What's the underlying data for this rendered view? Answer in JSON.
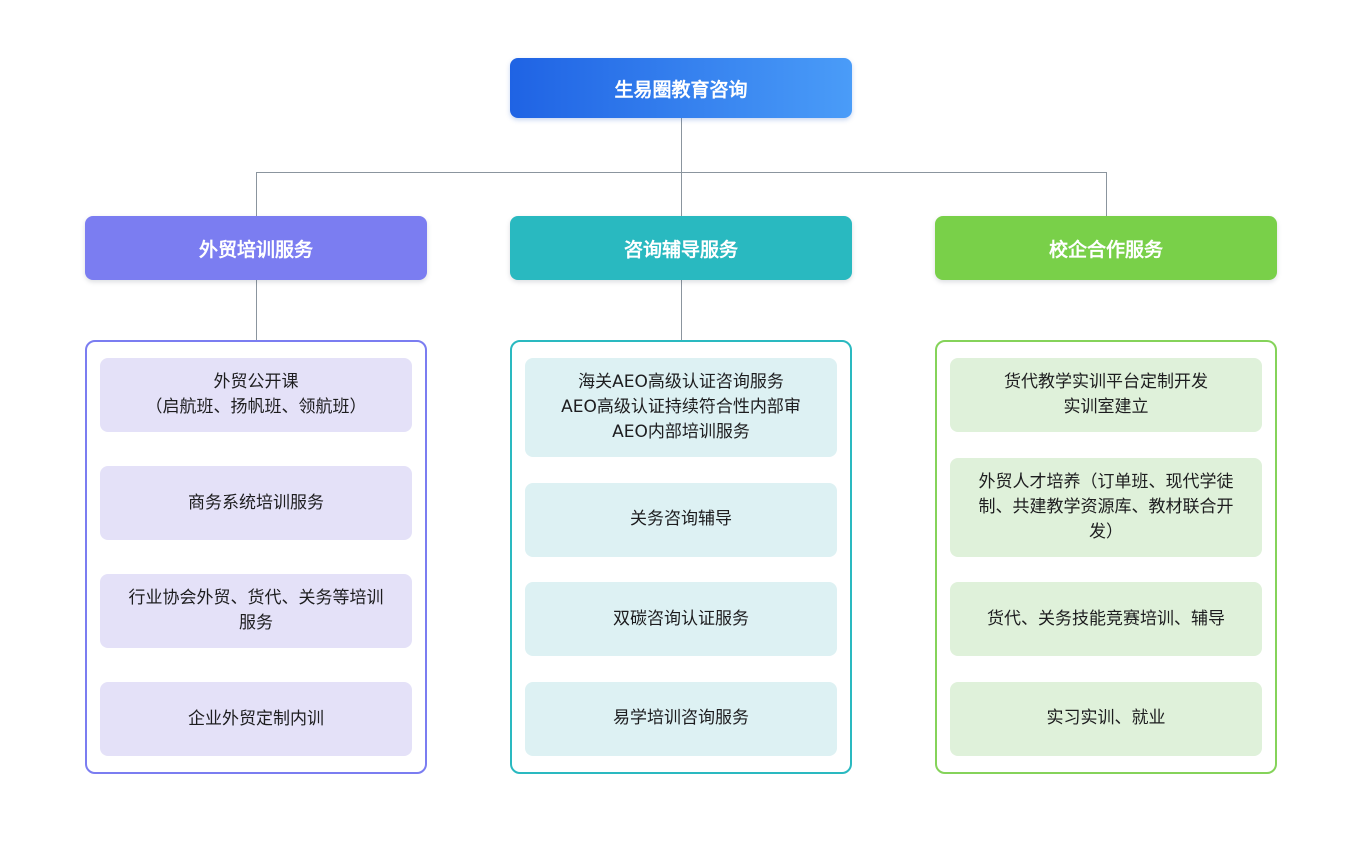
{
  "root": {
    "label": "生易圈教育咨询"
  },
  "colors": {
    "root_gradient_start": "#1f63e4",
    "root_gradient_end": "#4a9cf8",
    "connector": "#8b959e",
    "item_text": "#1d1d1f"
  },
  "branches": [
    {
      "label": "外贸培训服务",
      "color": "#7b7df1",
      "border_color": "#7b7df1",
      "item_bg": "#e4e1f8",
      "items": [
        "外贸公开课\n（启航班、扬帆班、领航班）",
        "商务系统培训服务",
        "行业协会外贸、货代、关务等培训服务",
        "企业外贸定制内训"
      ]
    },
    {
      "label": "咨询辅导服务",
      "color": "#29b9c0",
      "border_color": "#2ab9c0",
      "item_bg": "#ddf1f3",
      "items": [
        "海关AEO高级认证咨询服务\nAEO高级认证持续符合性内部审\nAEO内部培训服务",
        "关务咨询辅导",
        "双碳咨询认证服务",
        "易学培训咨询服务"
      ]
    },
    {
      "label": "校企合作服务",
      "color": "#79d049",
      "border_color": "#85d35a",
      "item_bg": "#dff1da",
      "items": [
        "货代教学实训平台定制开发\n实训室建立",
        "外贸人才培养（订单班、现代学徒制、共建教学资源库、教材联合开发）",
        "货代、关务技能竞赛培训、辅导",
        "实习实训、就业"
      ]
    }
  ]
}
